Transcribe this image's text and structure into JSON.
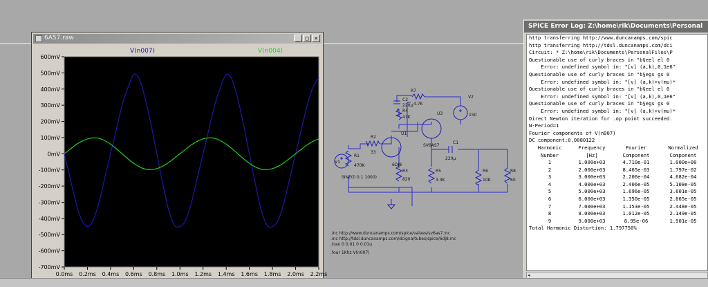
{
  "wave_window": {
    "title": "6A57.raw",
    "minimize_label": "_",
    "maximize_label": "□",
    "close_label": "×"
  },
  "chart_data": {
    "type": "line",
    "x": [
      0,
      0.05,
      0.1,
      0.15,
      0.2,
      0.25,
      0.3,
      0.35,
      0.4,
      0.45,
      0.5,
      0.55,
      0.6,
      0.65,
      0.7,
      0.75,
      0.8,
      0.85,
      0.9,
      0.95,
      1.0,
      1.05,
      1.1,
      1.15,
      1.2,
      1.25,
      1.3,
      1.35,
      1.4,
      1.45,
      1.5,
      1.55,
      1.6,
      1.65,
      1.7,
      1.75,
      1.8,
      1.85,
      1.9,
      1.95,
      2.0,
      2.05,
      2.1,
      2.15,
      2.2
    ],
    "series": [
      {
        "name": "V(n007)",
        "color": "#1a1aa8",
        "y": [
          0,
          -150,
          -300,
          -410,
          -450,
          -410,
          -300,
          -150,
          0,
          150,
          300,
          410,
          490,
          460,
          340,
          180,
          0,
          -180,
          -340,
          -440,
          -450,
          -410,
          -300,
          -150,
          0,
          150,
          300,
          410,
          490,
          460,
          340,
          180,
          0,
          -180,
          -340,
          -440,
          -450,
          -410,
          -300,
          -150,
          0,
          150,
          300,
          410,
          470
        ]
      },
      {
        "name": "V(n004)",
        "color": "#22cc22",
        "y": [
          0,
          28,
          55,
          77,
          92,
          98,
          95,
          81,
          59,
          31,
          0,
          -31,
          -59,
          -81,
          -95,
          -98,
          -92,
          -77,
          -55,
          -28,
          0,
          28,
          55,
          77,
          92,
          98,
          95,
          81,
          59,
          31,
          0,
          -31,
          -59,
          -81,
          -95,
          -98,
          -92,
          -77,
          -55,
          -28,
          0,
          28,
          55,
          77,
          92
        ]
      }
    ],
    "xlabel": "",
    "ylabel": "",
    "xlim": [
      0,
      2.2
    ],
    "ylim": [
      -700,
      600
    ],
    "x_ticks": [
      "0.0ms",
      "0.2ms",
      "0.4ms",
      "0.6ms",
      "0.8ms",
      "1.0ms",
      "1.2ms",
      "1.4ms",
      "1.6ms",
      "1.8ms",
      "2.0ms",
      "2.2ms"
    ],
    "y_ticks": [
      "600mV",
      "500mV",
      "400mV",
      "300mV",
      "200mV",
      "100mV",
      "0mV",
      "-100mV",
      "-200mV",
      "-300mV",
      "-400mV",
      "-500mV",
      "-600mV",
      "-700mV"
    ],
    "grid": false,
    "background": "#000000"
  },
  "schematic": {
    "labels": {
      "r7": "R7",
      "r7v": "4.7K",
      "c2": "C2",
      "c2v": "220µ",
      "r4": "R4",
      "r4v": "47K",
      "v2": "V2",
      "v2v": "150",
      "u3": "U3",
      "u1": "U1",
      "r2": "R2",
      "r2v": "33",
      "v1": "V1",
      "r1": "R1",
      "r1v": "470K",
      "sine": "SINE(0 0.1 1000)",
      "tube1": "6DJ8",
      "tube2": "SV6AS7",
      "c1": "C1",
      "c1v": "220µ",
      "r3": "R3",
      "r3v": "820",
      "r5": "R5",
      "r5v": "3.3K",
      "r6": "R6",
      "r6v": "10K",
      "r8": "R8",
      "r8v": "60"
    },
    "directives": [
      ".inc http://www.duncanamps.com/spice/valves/sv6as7.inc",
      ".inc http://tdsl.duncanamps.com/dcigna/tubes/spice/6dj8.inc",
      ".tran 0 0.01 0 0.01u",
      ".four 1Khz V(n007)"
    ]
  },
  "error_log": {
    "title": "SPICE Error Log: Z:\\home\\rik\\Documents\\Personal",
    "lines": [
      "http transferring http://www.duncanamps.com/spic",
      "http transferring http://tdsl.duncanamps.com/dci",
      "Circuit: * Z:\\home\\rik\\Documents\\PersonalFiles\\P",
      "",
      "Questionable use of curly braces in \"b§eel el 0",
      "    Error: undefined symbol in: \"[v] (a,k),0,1e6\"",
      "Questionable use of curly braces in \"b§egs gs 0",
      "    Error: undefined symbol in: \"[v] (a,k)+v(mu)*",
      "Questionable use of curly braces in \"b§eel el 0",
      "    Error: undefined symbol in: \"[v] (a,k),0,1e6\"",
      "Questionable use of curly braces in \"b§egs gs 0",
      "    Error: undefined symbol in: \"[v] (a,k)+v(mu)*",
      "Direct Newton iteration for .op point succeeded.",
      "N-Period=1",
      "Fourier components of V(n007)",
      "DC component:0.0080122",
      ""
    ],
    "table_header_1": [
      "Harmonic",
      "Frequency",
      "Fourier",
      "Normalized"
    ],
    "table_header_2": [
      "Number",
      "[Hz]",
      "Component",
      "Component"
    ],
    "rows": [
      [
        "1",
        "1.000e+03",
        "4.710e-01",
        "1.000e+00"
      ],
      [
        "2",
        "2.000e+03",
        "8.465e-03",
        "1.797e-02"
      ],
      [
        "3",
        "3.000e+03",
        "2.206e-04",
        "4.682e-04"
      ],
      [
        "4",
        "4.000e+03",
        "2.406e-05",
        "5.108e-05"
      ],
      [
        "5",
        "5.000e+03",
        "1.696e-05",
        "3.601e-05"
      ],
      [
        "6",
        "6.000e+03",
        "1.350e-05",
        "2.865e-05"
      ],
      [
        "7",
        "7.000e+03",
        "1.153e-05",
        "2.448e-05"
      ],
      [
        "8",
        "8.000e+03",
        "1.012e-05",
        "2.149e-05"
      ],
      [
        "9",
        "9.000e+03",
        "8.95e-06",
        "1.901e-05"
      ]
    ],
    "thd": "Total Harmonic Distortion: 1.797750%",
    "scroll_left": "◂"
  }
}
